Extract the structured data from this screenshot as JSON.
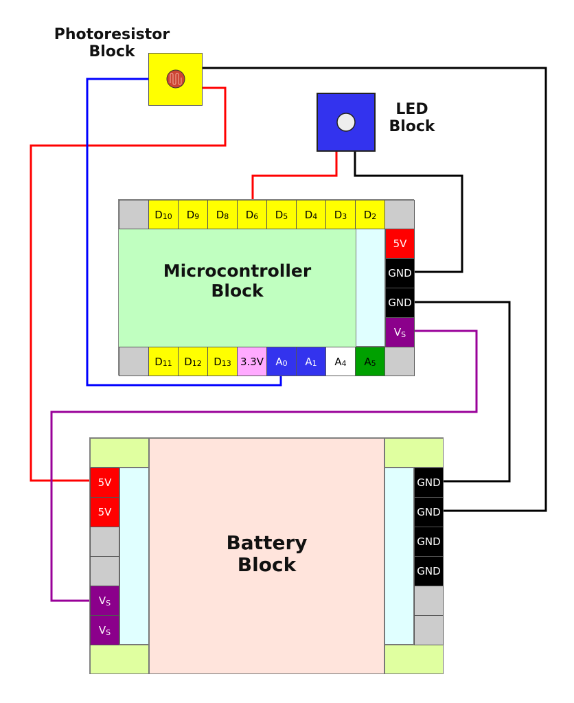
{
  "colors": {
    "red_wire": "#ff0000",
    "blue_wire": "#0000ff",
    "black_wire": "#000000",
    "purple_wire": "#990099",
    "pin_digital": "#ffff00",
    "pin_empty": "#cccccc",
    "pin_5v": "#ff0000",
    "pin_gnd": "#000000",
    "pin_vs": "#8b008b",
    "pin_3v3": "#ffaaff",
    "pin_analog": "#3333ee",
    "pin_a4": "#ffffff",
    "pin_a5": "#00a000",
    "mcu_body": "#c0ffc0",
    "side_strip": "#e0ffff",
    "battery_body": "#ffe4dc",
    "battery_corner": "#e0ffa0",
    "photoresistor_body": "#ffff00",
    "photoresistor_sensor": "#cc4433",
    "led_body": "#3333ee",
    "led_lens": "#eeeeee"
  },
  "photoresistor": {
    "title_line1": "Photoresistor",
    "title_line2": "Block",
    "icon": "photoresistor-icon"
  },
  "led": {
    "title_line1": "LED",
    "title_line2": "Block",
    "icon": "led-icon"
  },
  "microcontroller": {
    "title_line1": "Microcontroller",
    "title_line2": "Block",
    "top_pins": [
      {
        "main": "",
        "sub": "",
        "type": "empty"
      },
      {
        "main": "D",
        "sub": "10",
        "type": "digital"
      },
      {
        "main": "D",
        "sub": "9",
        "type": "digital"
      },
      {
        "main": "D",
        "sub": "8",
        "type": "digital"
      },
      {
        "main": "D",
        "sub": "6",
        "type": "digital"
      },
      {
        "main": "D",
        "sub": "5",
        "type": "digital"
      },
      {
        "main": "D",
        "sub": "4",
        "type": "digital"
      },
      {
        "main": "D",
        "sub": "3",
        "type": "digital"
      },
      {
        "main": "D",
        "sub": "2",
        "type": "digital"
      },
      {
        "main": "",
        "sub": "",
        "type": "empty"
      }
    ],
    "bottom_pins": [
      {
        "main": "",
        "sub": "",
        "type": "empty"
      },
      {
        "main": "D",
        "sub": "11",
        "type": "digital"
      },
      {
        "main": "D",
        "sub": "12",
        "type": "digital"
      },
      {
        "main": "D",
        "sub": "13",
        "type": "digital"
      },
      {
        "main": "3.3V",
        "sub": "",
        "type": "3v3"
      },
      {
        "main": "A",
        "sub": "0",
        "type": "analog"
      },
      {
        "main": "A",
        "sub": "1",
        "type": "analog"
      },
      {
        "main": "A",
        "sub": "4",
        "type": "a4"
      },
      {
        "main": "A",
        "sub": "5",
        "type": "a5"
      },
      {
        "main": "",
        "sub": "",
        "type": "empty"
      }
    ],
    "right_pins": [
      {
        "main": "5V",
        "sub": "",
        "type": "5v"
      },
      {
        "main": "GND",
        "sub": "",
        "type": "gnd"
      },
      {
        "main": "GND",
        "sub": "",
        "type": "gnd"
      },
      {
        "main": "V",
        "sub": "S",
        "type": "vs"
      }
    ]
  },
  "battery": {
    "title_line1": "Battery",
    "title_line2": "Block",
    "left_pins": [
      {
        "main": "5V",
        "sub": "",
        "type": "5v"
      },
      {
        "main": "5V",
        "sub": "",
        "type": "5v"
      },
      {
        "main": "",
        "sub": "",
        "type": "empty"
      },
      {
        "main": "",
        "sub": "",
        "type": "empty"
      },
      {
        "main": "V",
        "sub": "S",
        "type": "vs"
      },
      {
        "main": "V",
        "sub": "S",
        "type": "vs"
      }
    ],
    "right_pins": [
      {
        "main": "GND",
        "sub": "",
        "type": "gnd"
      },
      {
        "main": "GND",
        "sub": "",
        "type": "gnd"
      },
      {
        "main": "GND",
        "sub": "",
        "type": "gnd"
      },
      {
        "main": "GND",
        "sub": "",
        "type": "gnd"
      },
      {
        "main": "",
        "sub": "",
        "type": "empty"
      },
      {
        "main": "",
        "sub": "",
        "type": "empty"
      }
    ]
  },
  "connections": [
    {
      "from": "photoresistor",
      "to": "battery 5V",
      "color": "red"
    },
    {
      "from": "photoresistor",
      "to": "microcontroller A0",
      "color": "blue"
    },
    {
      "from": "photoresistor",
      "to": "battery GND",
      "color": "black"
    },
    {
      "from": "led",
      "to": "microcontroller D6",
      "color": "red"
    },
    {
      "from": "led",
      "to": "microcontroller GND",
      "color": "black"
    },
    {
      "from": "microcontroller GND",
      "to": "battery GND",
      "color": "black"
    },
    {
      "from": "microcontroller Vs",
      "to": "battery Vs",
      "color": "purple"
    }
  ]
}
